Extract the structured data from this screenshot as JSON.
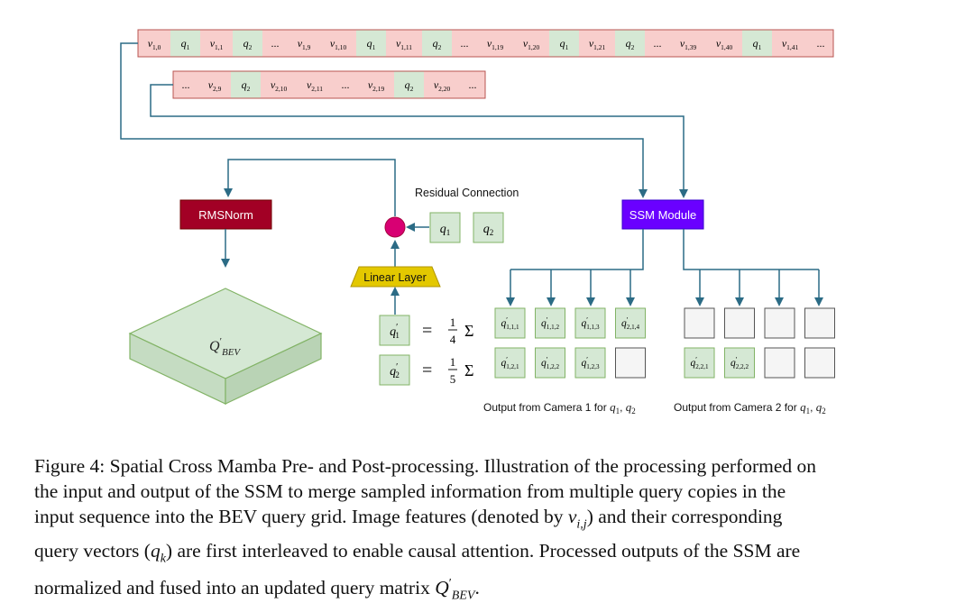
{
  "figure": {
    "row1": {
      "cells": [
        "v1,0",
        "q1",
        "v1,1",
        "q2",
        "...",
        "v1,9",
        "v1,10",
        "q1",
        "v1,11",
        "q2",
        "...",
        "v1,19",
        "v1,20",
        "q1",
        "v1,21",
        "q2",
        "...",
        "v1,39",
        "v1,40",
        "q1",
        "v1,41",
        "..."
      ]
    },
    "row2": {
      "cells": [
        "...",
        "v2,9",
        "q2",
        "v2,10",
        "v2,11",
        "...",
        "v2,19",
        "q2",
        "v2,20",
        "..."
      ]
    },
    "rmsnorm_label": "RMSNorm",
    "ssm_label": "SSM Module",
    "residual_label": "Residual Connection",
    "linear_label": "Linear Layer",
    "q_bev_label": "Q'BEV",
    "q_inputs": [
      "q1",
      "q2"
    ],
    "agg": [
      {
        "q": "q'1",
        "frac": "1/4",
        "sum": "Σ"
      },
      {
        "q": "q'2",
        "frac": "1/5",
        "sum": "Σ"
      }
    ],
    "cam1_row1": [
      "q'1,1,1",
      "q'1,1,2",
      "q'1,1,3",
      "q'2,1,4"
    ],
    "cam1_row2": [
      "q'1,2,1",
      "q'1,2,2",
      "q'1,2,3",
      ""
    ],
    "cam2_row1": [
      "",
      "",
      "",
      ""
    ],
    "cam2_row2": [
      "q'2,2,1",
      "q'2,2,2",
      "",
      ""
    ],
    "cam1_caption": "Output from Camera 1 for q1, q2",
    "cam2_caption": "Output from Camera 2 for q1, q2",
    "colors": {
      "pink": "#f8cecc",
      "green": "#d5e8d4",
      "arrow": "#2b6b85",
      "rmsnorm": "#a20025",
      "ssm": "#6a00ff",
      "linear": "#e3c800",
      "residual": "#d80073"
    }
  },
  "caption": {
    "lines": [
      "Figure 4: Spatial Cross Mamba Pre- and Post-processing. Illustration of the processing performed on",
      "the input and output of the SSM to merge sampled information from multiple query copies in the",
      "input sequence into the BEV query grid. Image features (denoted by v i,j) and their corresponding",
      "query vectors (q k) are first interleaved to enable causal attention. Processed outputs of the SSM are",
      "normalized and fused into an updated query matrix Q'BEV."
    ]
  }
}
